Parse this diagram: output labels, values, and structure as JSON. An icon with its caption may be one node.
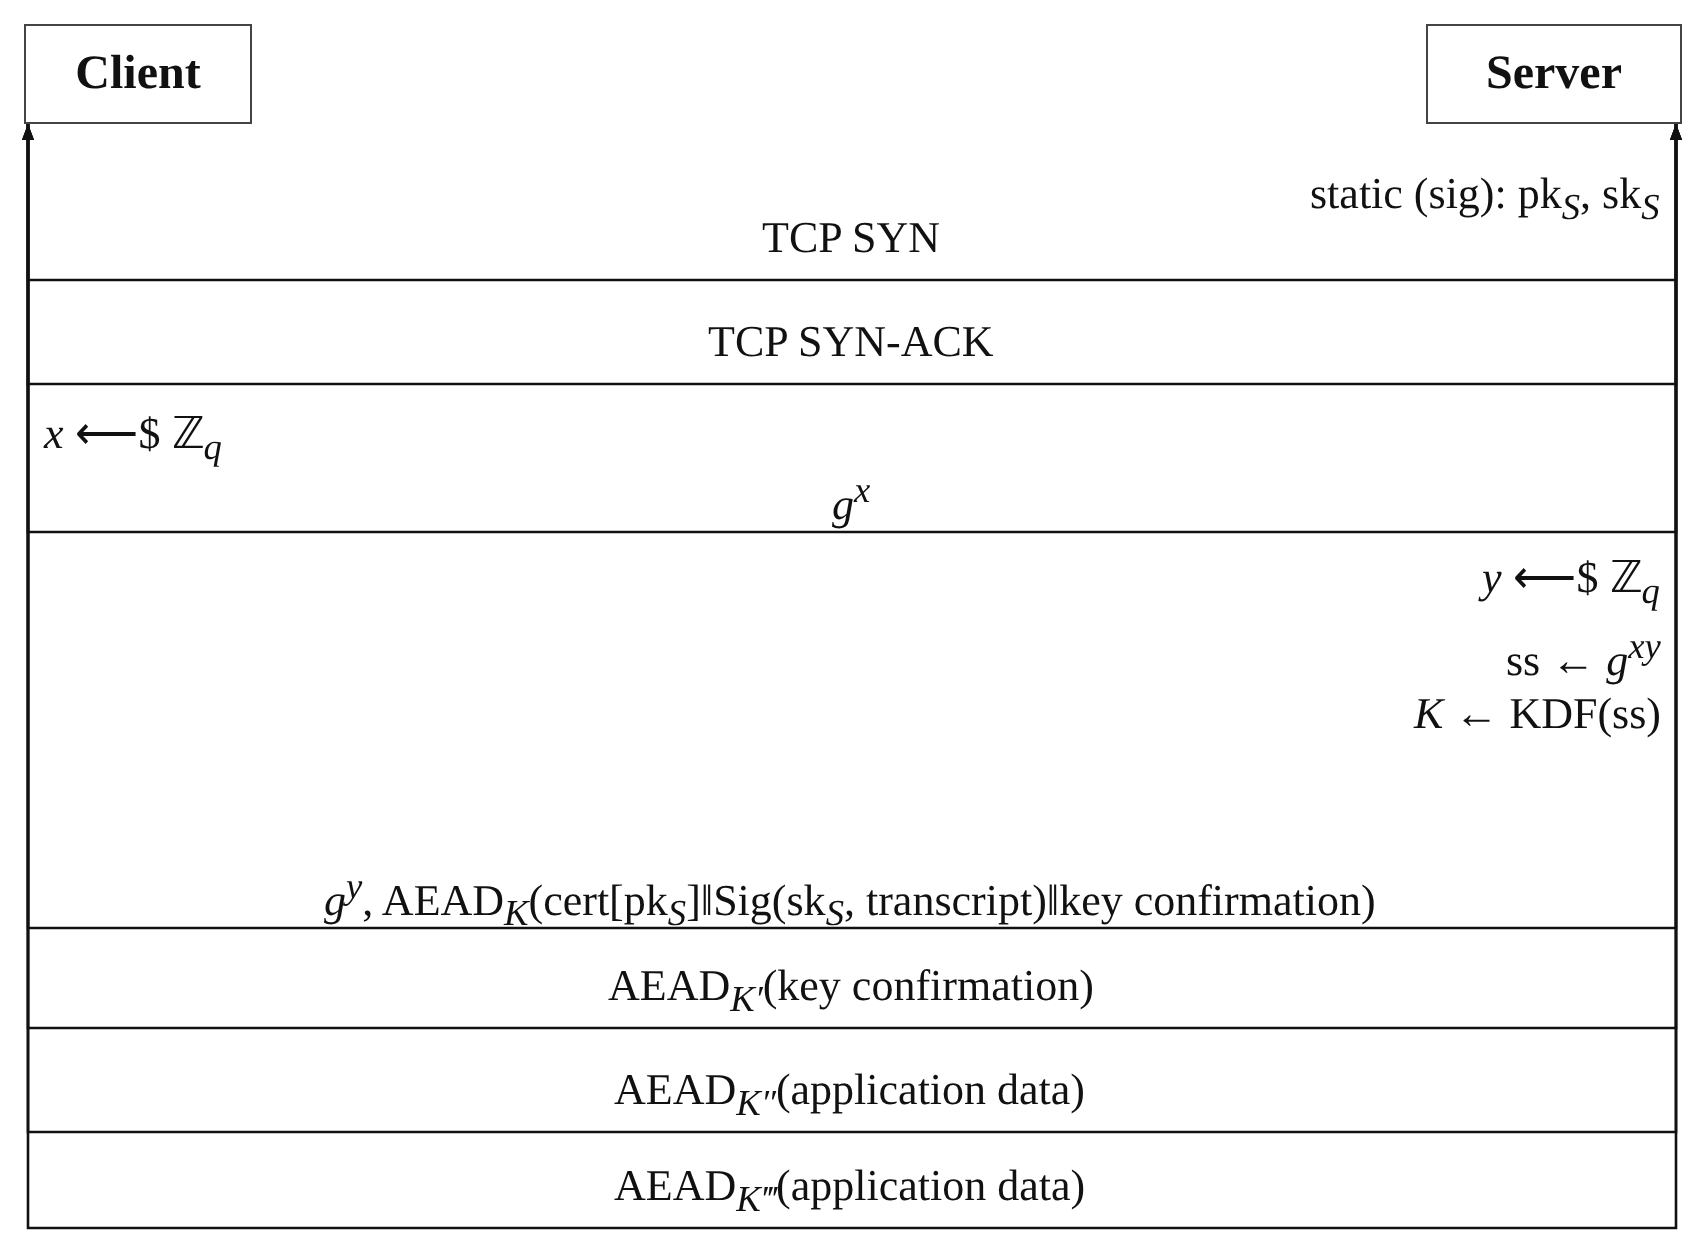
{
  "diagram": {
    "nodes": [
      {
        "text": [
          "Client"
        ]
      },
      {
        "text": [
          "Server"
        ]
      }
    ],
    "edges": [
      {
        "from": 0,
        "to": 1,
        "arrow": "to",
        "label": "TCP SYN"
      },
      {
        "from": 1,
        "to": 0,
        "arrow": "to",
        "label": "TCP SYN-ACK"
      },
      {
        "from": 0,
        "to": 1,
        "arrow": "to",
        "label": "*g*$^{x}$"
      },
      {
        "from": 1,
        "to": 0,
        "arrow": "to",
        "label": "*g*$^{y}$, AEAD$_{K}$(cert[pk$_{S}$]‖Sig(sk$_{S}$, transcript)‖key confirmation)"
      },
      {
        "from": 0,
        "to": 1,
        "arrow": "to",
        "label": "AEAD$_{K′}$(key confirmation)"
      },
      {
        "from": 0,
        "to": 1,
        "arrow": "to",
        "label": "AEAD$_{K″}$(application data)"
      },
      {
        "from": 1,
        "to": 0,
        "arrow": "to",
        "label": "AEAD$_{K‴}$(application data)"
      }
    ],
    "labels": [
      "static (sig): pk$_{S}$, sk$_{S}$",
      "*x* ⟵$ ℤ$_{q}$",
      "*y* ⟵$ ℤ$_{q}$",
      "ss ← *g*$^{xy}$",
      "*K* ← KDF(ss)"
    ]
  }
}
